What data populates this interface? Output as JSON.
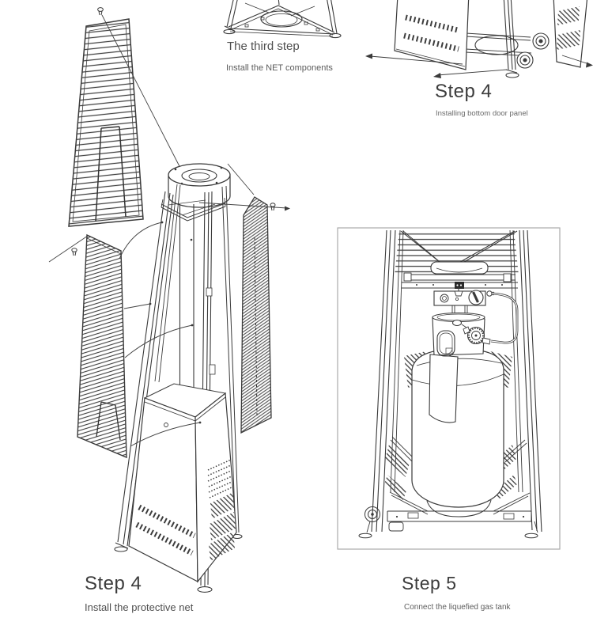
{
  "sections": {
    "third_step": {
      "title": "The third step",
      "subtitle": "Install the NET components"
    },
    "step4_top": {
      "title": "Step 4",
      "subtitle": "Installing bottom door panel"
    },
    "step4_bottom": {
      "title": "Step 4",
      "subtitle": "Install the protective net"
    },
    "step5": {
      "title": "Step 5",
      "subtitle": "Connect the liquefied gas tank"
    }
  },
  "colors": {
    "line": "#3a3a3a",
    "heading_text": "#3c3c3c",
    "subtitle_text": "#5f5f5f",
    "frame_border": "#ababab",
    "background": "#ffffff"
  },
  "icons": {
    "screw": "screw-icon",
    "arrow": "arrow-icon",
    "wheel": "wheel-icon"
  },
  "illustration_labels": {
    "net_panel_large": "protective net panel",
    "heater_frame": "pyramid heater frame",
    "base_underside": "heater base underside",
    "bottom_doors": "bottom door panels with wheels",
    "gas_tank": "liquefied gas tank inside heater"
  }
}
